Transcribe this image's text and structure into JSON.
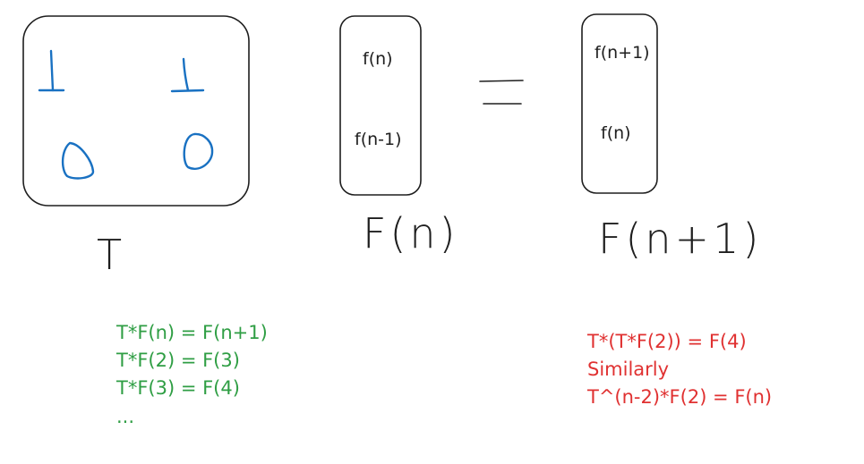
{
  "colors": {
    "ink": "#1e1e1e",
    "blue": "#1971c2",
    "green": "#2f9e44",
    "red": "#e03131",
    "background": "#ffffff"
  },
  "matrix_t": {
    "cells": [
      "1",
      "1",
      "0",
      "0"
    ],
    "label": "T"
  },
  "vector_fn": {
    "cells": [
      "f(n)",
      "f(n-1)"
    ],
    "label": "F(n)"
  },
  "vector_fn1": {
    "cells": [
      "f(n+1)",
      "f(n)"
    ],
    "label": "F(n+1)"
  },
  "green_notes": {
    "lines": [
      "T*F(n) = F(n+1)",
      "T*F(2) = F(3)",
      "T*F(3) = F(4)",
      "..."
    ]
  },
  "red_notes": {
    "lines": [
      "T*(T*F(2)) = F(4)",
      "Similarly",
      "T^(n-2)*F(2) = F(n)"
    ]
  }
}
